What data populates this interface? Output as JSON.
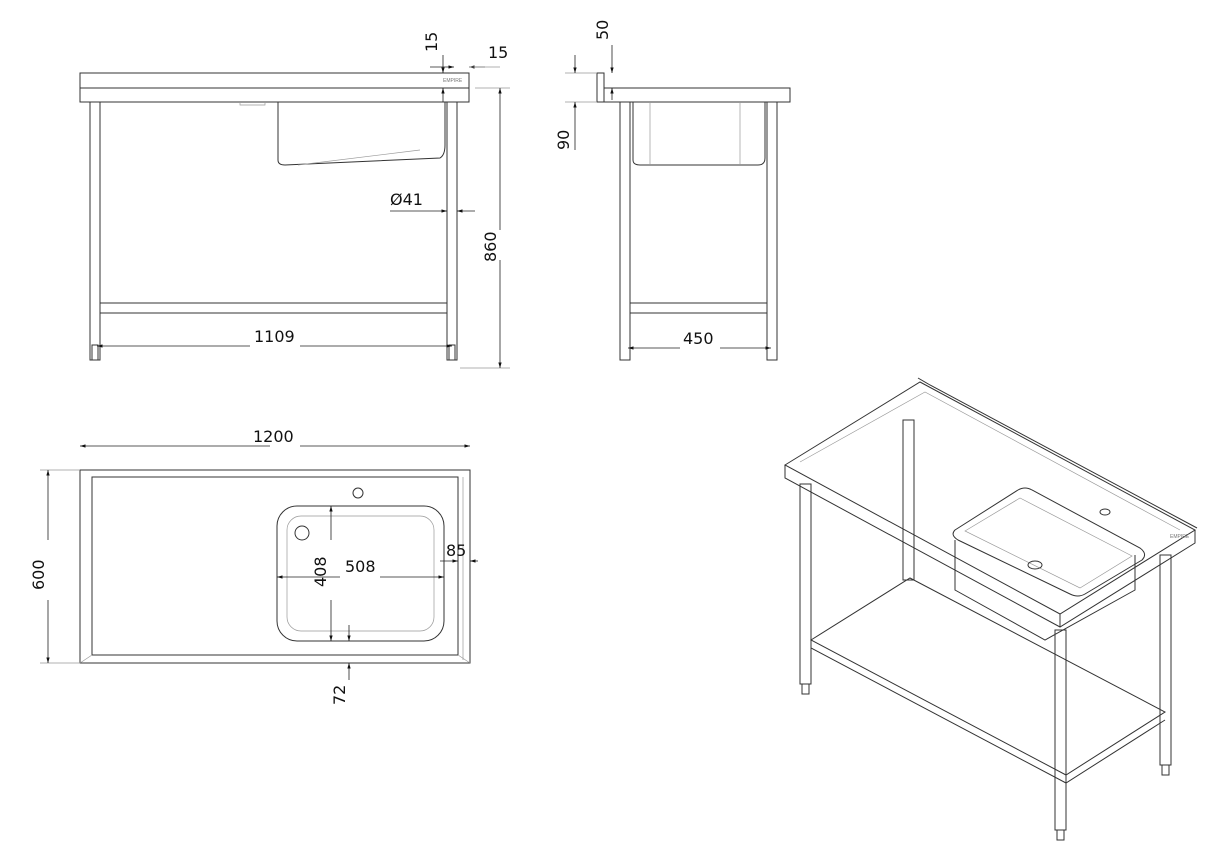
{
  "brand": "EMPIRE",
  "front_view": {
    "dim_top_thickness": "15",
    "dim_upstand_width": "15",
    "dim_leg_diameter": "Ø41",
    "dim_height": "860",
    "dim_leg_span": "1109"
  },
  "side_view": {
    "dim_upstand_height": "50",
    "dim_sink_depth": "90",
    "dim_leg_span": "450"
  },
  "plan_view": {
    "dim_length": "1200",
    "dim_depth": "600",
    "dim_bowl_width": "508",
    "dim_bowl_depth": "408",
    "dim_right_margin": "85",
    "dim_front_margin": "72"
  }
}
